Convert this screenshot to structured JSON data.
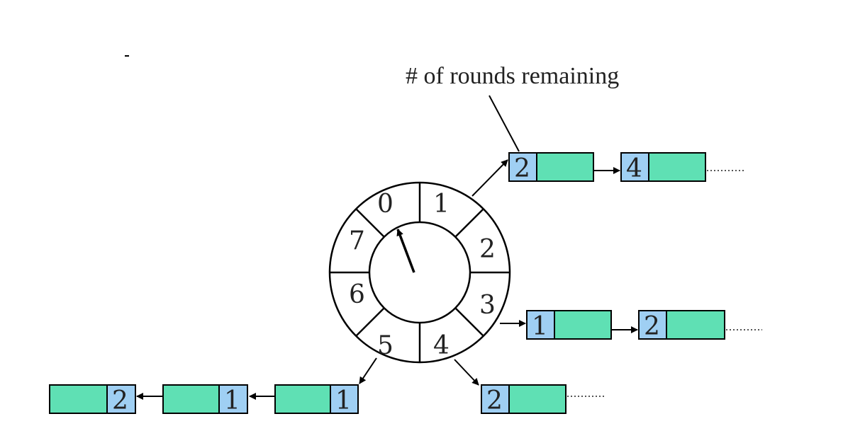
{
  "caption": "# of rounds remaining",
  "wheel": {
    "slots": [
      "0",
      "1",
      "2",
      "3",
      "4",
      "5",
      "6",
      "7"
    ]
  },
  "lists": {
    "slot1": [
      "2",
      "4"
    ],
    "slot3": [
      "1",
      "2"
    ],
    "slot4": [
      "2"
    ],
    "slot5": [
      "1",
      "1",
      "2"
    ]
  },
  "colors": {
    "count_cell": "#9fcff3",
    "data_cell": "#5fe0b4"
  }
}
